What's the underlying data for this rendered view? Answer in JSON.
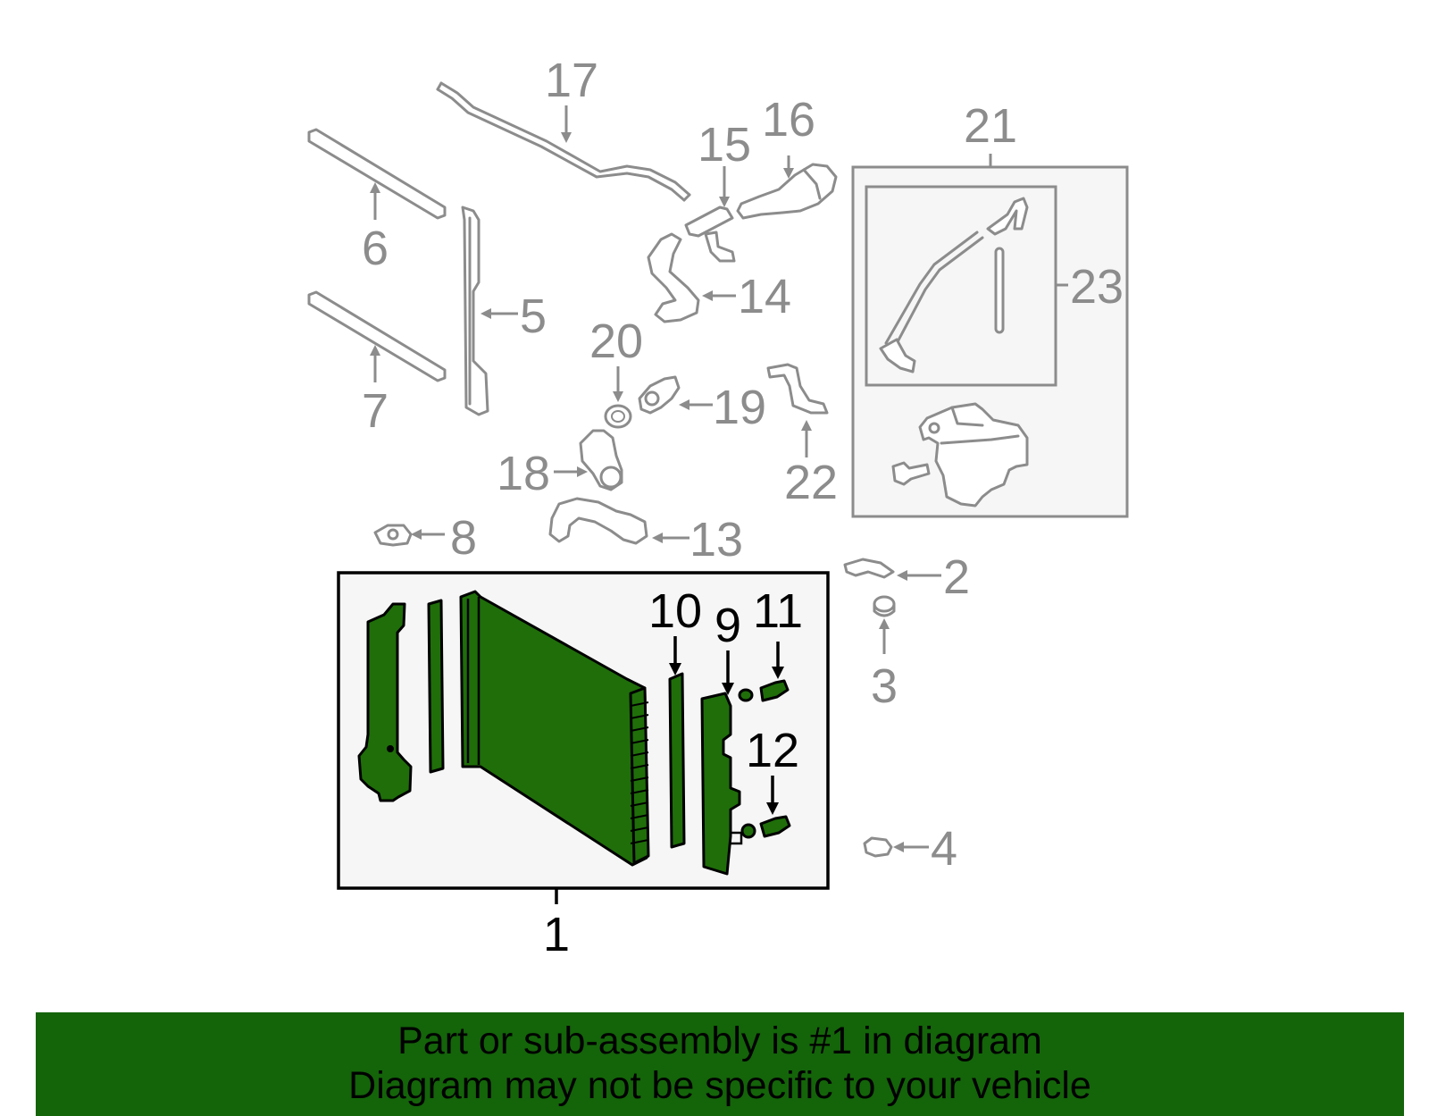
{
  "callouts": {
    "c1": "1",
    "c2": "2",
    "c3": "3",
    "c4": "4",
    "c5": "5",
    "c6": "6",
    "c7": "7",
    "c8": "8",
    "c9": "9",
    "c10": "10",
    "c11": "11",
    "c12": "12",
    "c13": "13",
    "c14": "14",
    "c15": "15",
    "c16": "16",
    "c17": "17",
    "c18": "18",
    "c19": "19",
    "c20": "20",
    "c21": "21",
    "c22": "22",
    "c23": "23"
  },
  "highlighted_part": "1",
  "colors": {
    "highlight_green": "#1f6e0a",
    "banner_green": "#14640a",
    "part_outline_grey": "#8c8c8c",
    "box_fill": "#f6f6f6"
  },
  "banner": {
    "line1": "Part or sub-assembly is #1 in diagram",
    "line2": "Diagram may not be specific to your vehicle"
  }
}
